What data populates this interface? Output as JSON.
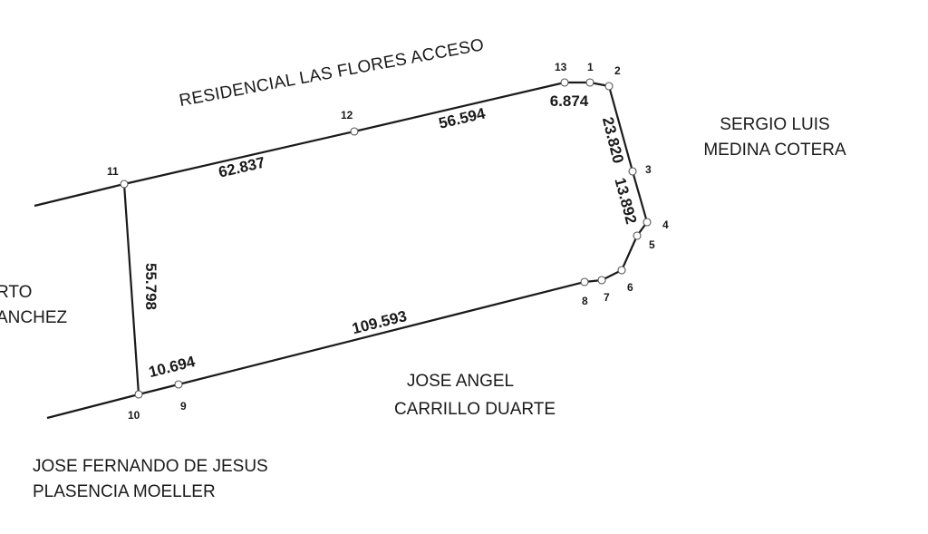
{
  "road": {
    "label": "RESIDENCIAL LAS FLORES ACCESO"
  },
  "neighbors": {
    "east": {
      "line1": "SERGIO LUIS",
      "line2": "MEDINA COTERA"
    },
    "south": {
      "line1": "JOSE ANGEL",
      "line2": "CARRILLO DUARTE"
    },
    "southwest": {
      "line1": "JOSE FERNANDO DE JESUS",
      "line2": "PLASENCIA MOELLER"
    },
    "west_partial": {
      "line1": "RTO",
      "line2": "ANCHEZ"
    }
  },
  "points": [
    "1",
    "2",
    "3",
    "4",
    "5",
    "6",
    "7",
    "8",
    "9",
    "10",
    "11",
    "12",
    "13"
  ],
  "dimensions": {
    "seg_11_12": "62.837",
    "seg_12_13": "56.594",
    "seg_13_1": "6.874",
    "seg_2_3": "23.820",
    "seg_3_4": "13.892",
    "seg_11_10": "55.798",
    "seg_8_9": "109.593",
    "seg_9_10": "10.694"
  },
  "colors": {
    "ink": "#1a1a1a",
    "paper": "#ffffff",
    "vertex": "#555555"
  }
}
